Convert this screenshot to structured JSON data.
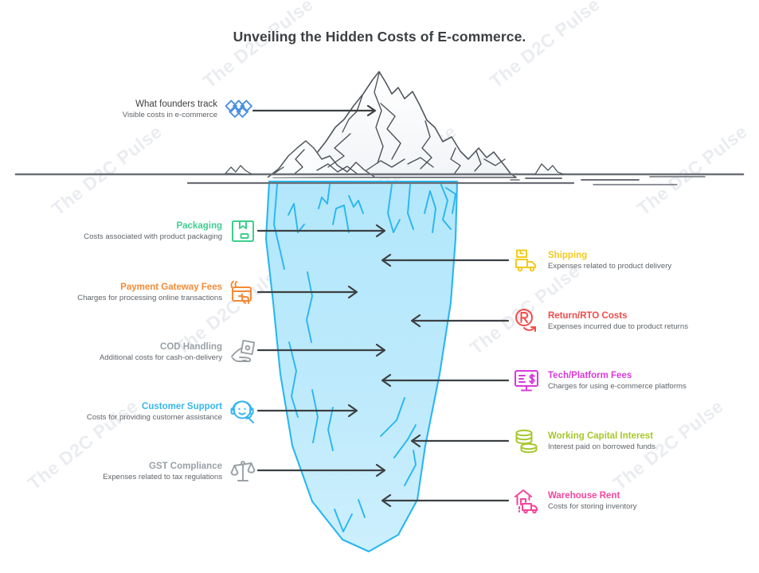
{
  "title": "Unveiling the Hidden Costs of E-commerce.",
  "watermark": "The D2C Pulse",
  "top_label": {
    "title": "What founders track",
    "subtitle": "Visible costs in e-commerce",
    "icon": "diamond-cluster-icon",
    "color": "#4a90e2"
  },
  "left_items": [
    {
      "title": "Packaging",
      "subtitle": "Costs associated with product packaging",
      "icon": "package-box-icon",
      "color": "#3ecf8e"
    },
    {
      "title": "Payment Gateway Fees",
      "subtitle": "Charges for processing online transactions",
      "icon": "card-tap-icon",
      "color": "#f58a36"
    },
    {
      "title": "COD Handling",
      "subtitle": "Additional costs for cash-on-delivery",
      "icon": "cash-hand-icon",
      "color": "#9aa0a6"
    },
    {
      "title": "Customer Support",
      "subtitle": "Costs for providing customer assistance",
      "icon": "headset-support-icon",
      "color": "#36b6ef"
    },
    {
      "title": "GST Compliance",
      "subtitle": "Expenses related to tax regulations",
      "icon": "scales-balance-icon",
      "color": "#9aa0a6"
    }
  ],
  "right_items": [
    {
      "title": "Shipping",
      "subtitle": "Expenses related to product delivery",
      "icon": "delivery-truck-icon",
      "color": "#f2cb1d"
    },
    {
      "title": "Return/RTO Costs",
      "subtitle": "Expenses incurred due to product returns",
      "icon": "return-arrow-icon",
      "color": "#f24b4b"
    },
    {
      "title": "Tech/Platform Fees",
      "subtitle": "Charges for using e-commerce platforms",
      "icon": "monitor-dollar-icon",
      "color": "#d93bd9"
    },
    {
      "title": "Working Capital Interest",
      "subtitle": "Interest paid on borrowed funds",
      "icon": "coin-stack-icon",
      "color": "#a6c72b"
    },
    {
      "title": "Warehouse Rent",
      "subtitle": "Costs for storing inventory",
      "icon": "warehouse-truck-icon",
      "color": "#f5459b"
    }
  ],
  "iceberg": {
    "above_water_fill": "#fcfcfd",
    "above_water_stroke": "#555b63",
    "below_water_fill": "#b7e9fb",
    "below_water_stroke": "#29b6f0",
    "waterline_color": "#6b6f76"
  }
}
